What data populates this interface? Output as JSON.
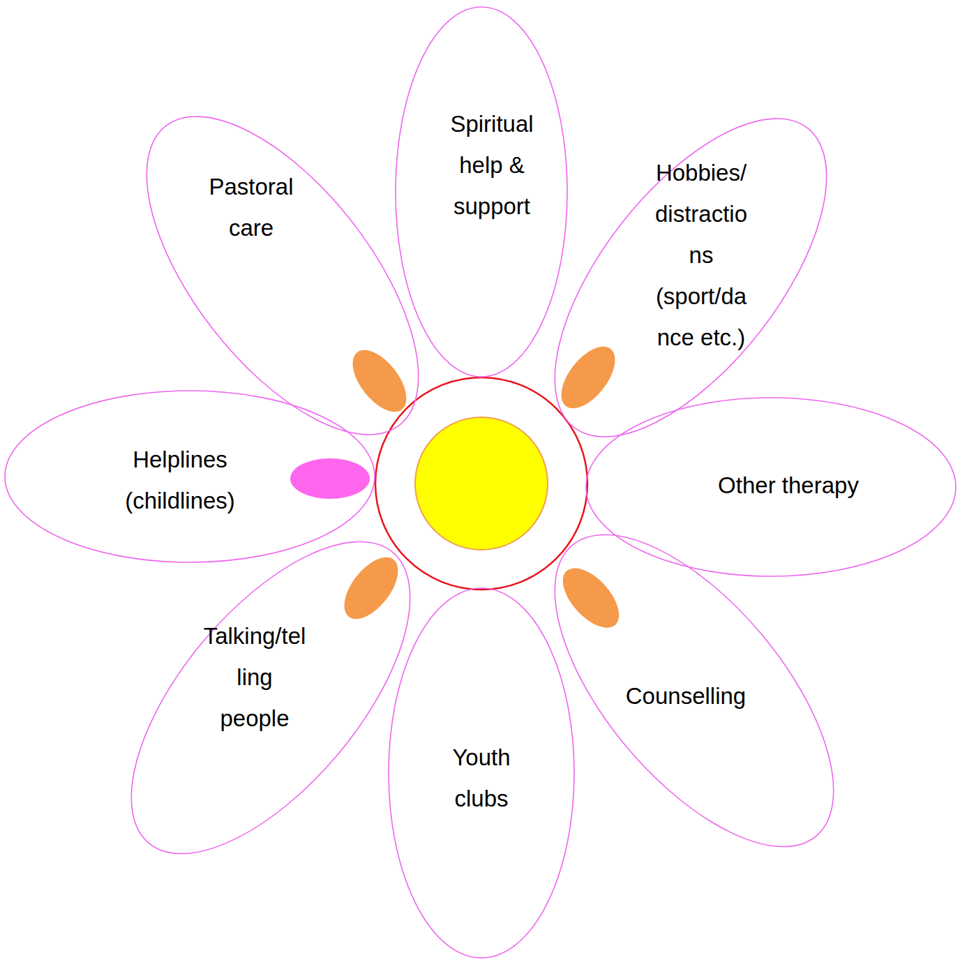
{
  "diagram": {
    "nodes": [
      {
        "text": [
          "Pastoral care"
        ]
      },
      {
        "text": [
          "Spiritual help & support"
        ]
      },
      {
        "text": [
          "Hobbies/distractions (sport/dance etc.)"
        ]
      },
      {
        "text": [
          "Helplines (childlines)"
        ]
      },
      {
        "text": [
          "Other therapy"
        ]
      },
      {
        "text": [
          "Talking/telling people"
        ]
      },
      {
        "text": [
          "Youth clubs"
        ]
      },
      {
        "text": [
          "Counselling"
        ]
      }
    ]
  }
}
